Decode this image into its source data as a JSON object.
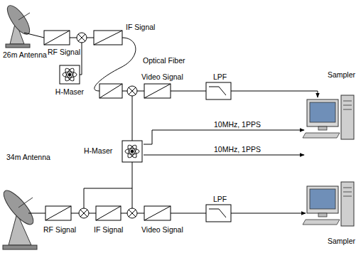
{
  "diagram": {
    "nodes": [
      {
        "text": [
          "H-Maser"
        ]
      },
      {
        "text": [
          "Sampler"
        ]
      },
      {
        "text": [
          "H-Maser"
        ]
      },
      {
        "text": [
          "Sampler"
        ]
      }
    ],
    "edges": [
      {
        "from": 2,
        "to": 1,
        "arrow": "to",
        "label": "10MHz, 1PPS"
      },
      {
        "from": 2,
        "to": 3,
        "arrow": "to",
        "label": "10MHz, 1PPS"
      }
    ],
    "labels": [
      "26m Antenna",
      "RF Signal",
      "IF Signal",
      "Optical Fiber",
      "Video Signal",
      "LPF",
      "34m Antenna",
      "LPF",
      "RF Signal",
      "IF Signal",
      "Video Signal"
    ]
  }
}
